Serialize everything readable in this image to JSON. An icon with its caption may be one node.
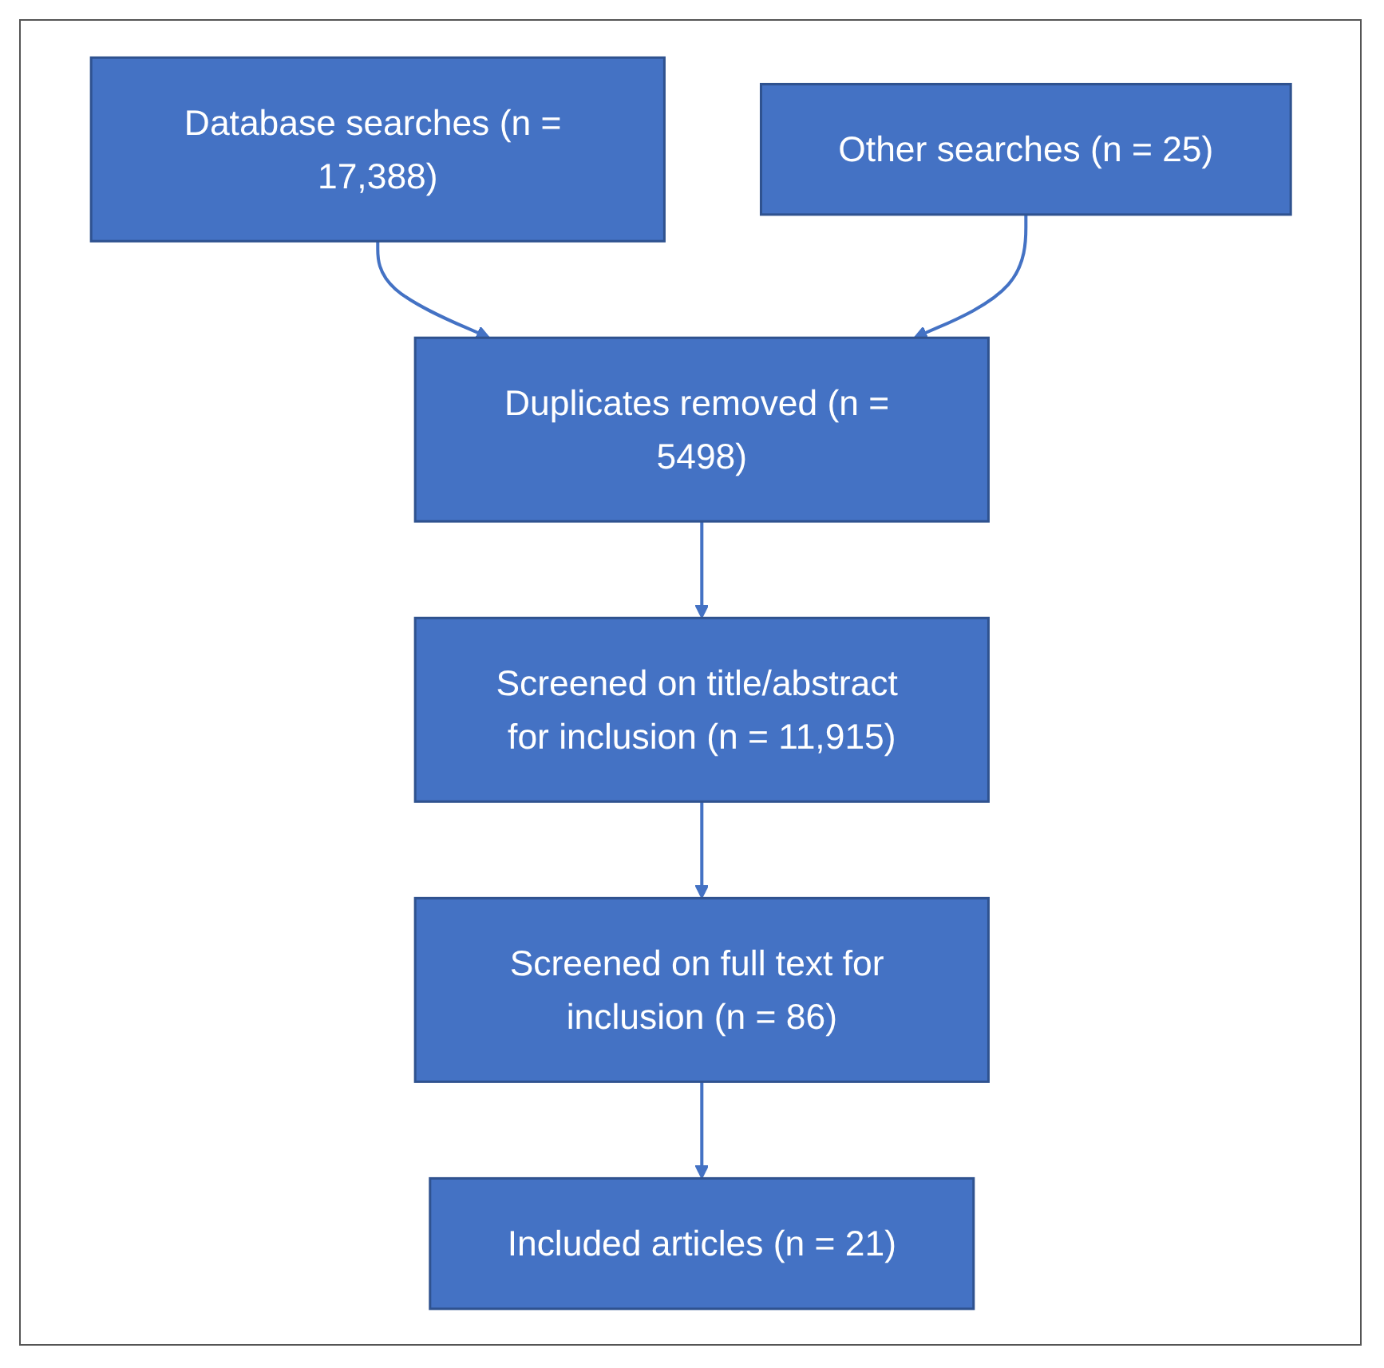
{
  "diagram": {
    "nodes": [
      {
        "text": [
          "Database searches (n = 17,388)"
        ]
      },
      {
        "text": [
          "Other searches (n = 25)"
        ]
      },
      {
        "text": [
          "Duplicates removed (n = 5498)"
        ]
      },
      {
        "text": [
          "Screened on title/abstract for inclusion (n = 11,915)"
        ]
      },
      {
        "text": [
          "Screened on full text for inclusion (n = 86)"
        ]
      },
      {
        "text": [
          "Included articles (n = 21)"
        ]
      }
    ],
    "edges": [
      {
        "from": 0,
        "to": 2,
        "arrow": "to"
      },
      {
        "from": 1,
        "to": 2,
        "arrow": "to"
      },
      {
        "from": 2,
        "to": 3,
        "arrow": "to"
      },
      {
        "from": 3,
        "to": 4,
        "arrow": "to"
      },
      {
        "from": 4,
        "to": 5,
        "arrow": "to"
      }
    ]
  }
}
